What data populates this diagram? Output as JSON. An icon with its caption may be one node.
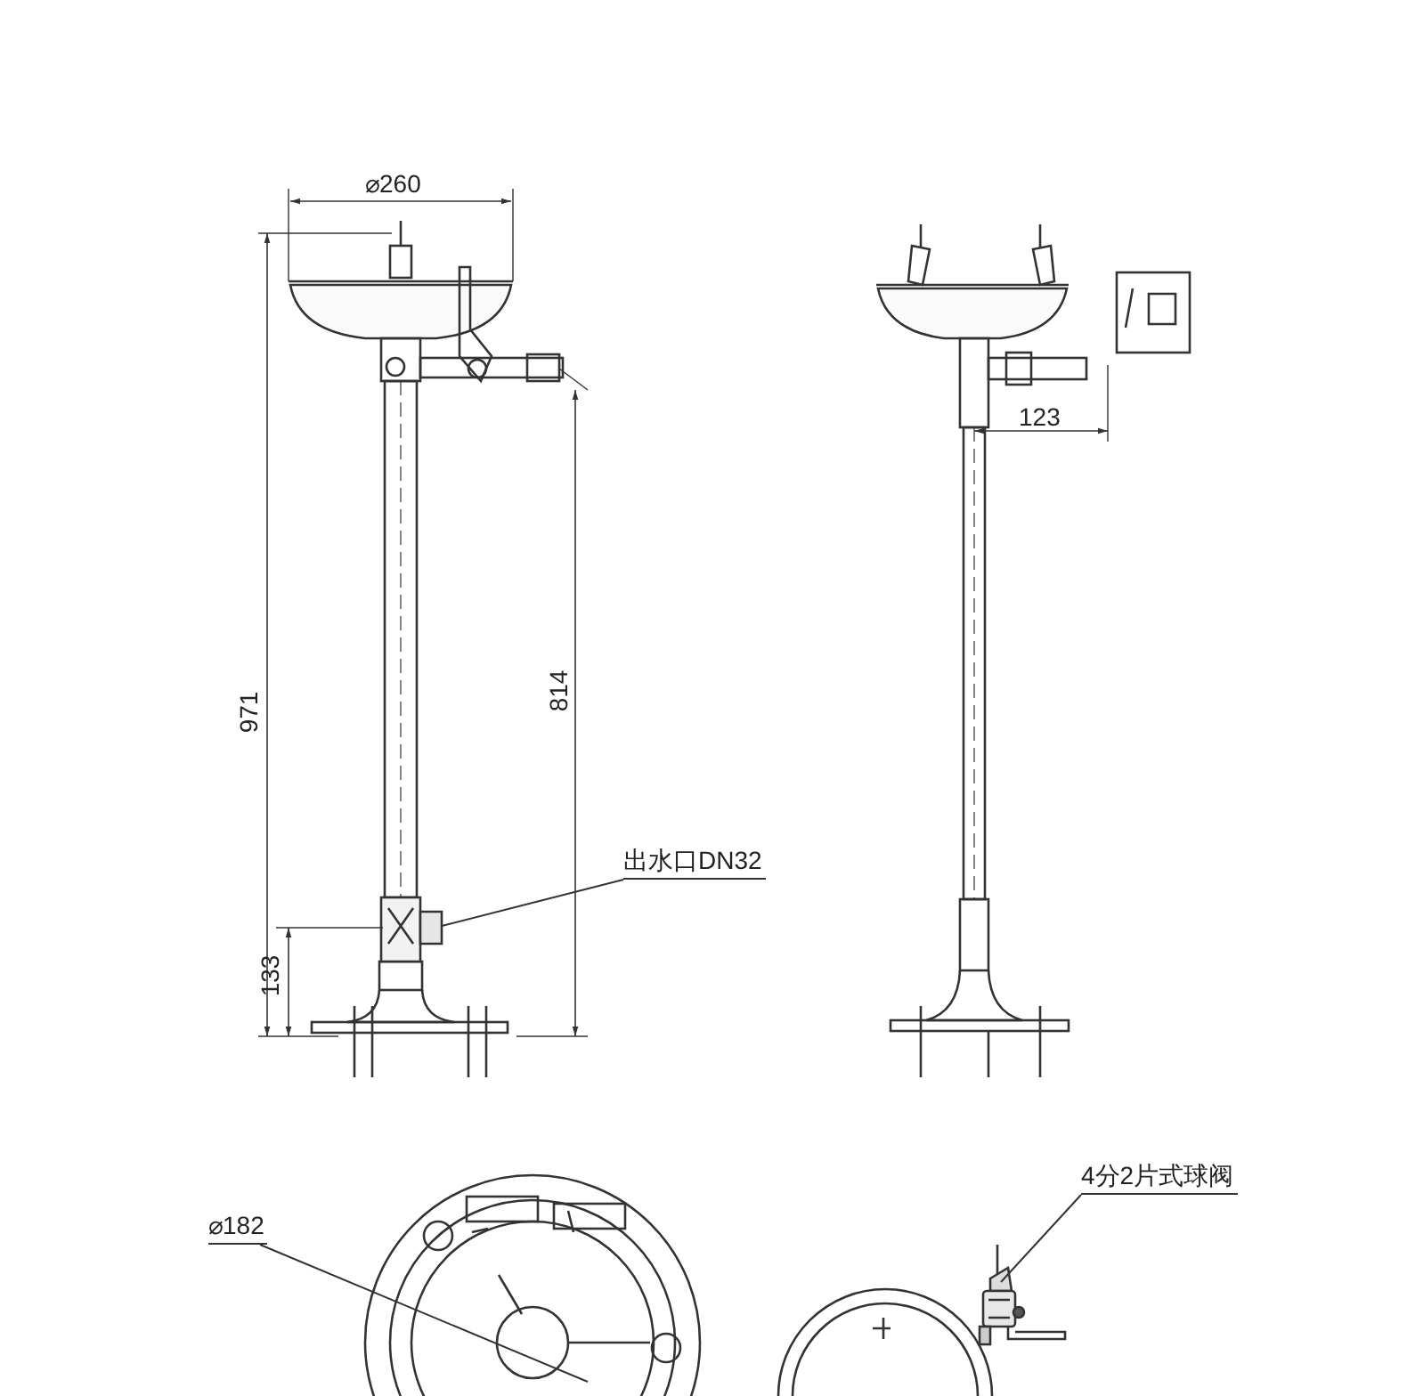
{
  "diagram": {
    "nodes": [
      {
        "text": [
          "出水口DN32"
        ]
      },
      {
        "text": [],
        "shape": "picture"
      },
      {
        "text": [
          "⌀182"
        ]
      },
      {
        "text": [],
        "shape": "picture"
      },
      {
        "text": [
          "4分2片式球阀"
        ]
      },
      {
        "text": [],
        "shape": "picture"
      }
    ],
    "edges": [
      {
        "from": 0,
        "to": 1,
        "arrow": "none"
      },
      {
        "from": 2,
        "to": 3,
        "arrow": "none"
      },
      {
        "from": 4,
        "to": 5,
        "arrow": "none"
      }
    ],
    "labels": [
      "⌀260",
      "971",
      "814",
      "133",
      "123"
    ]
  }
}
